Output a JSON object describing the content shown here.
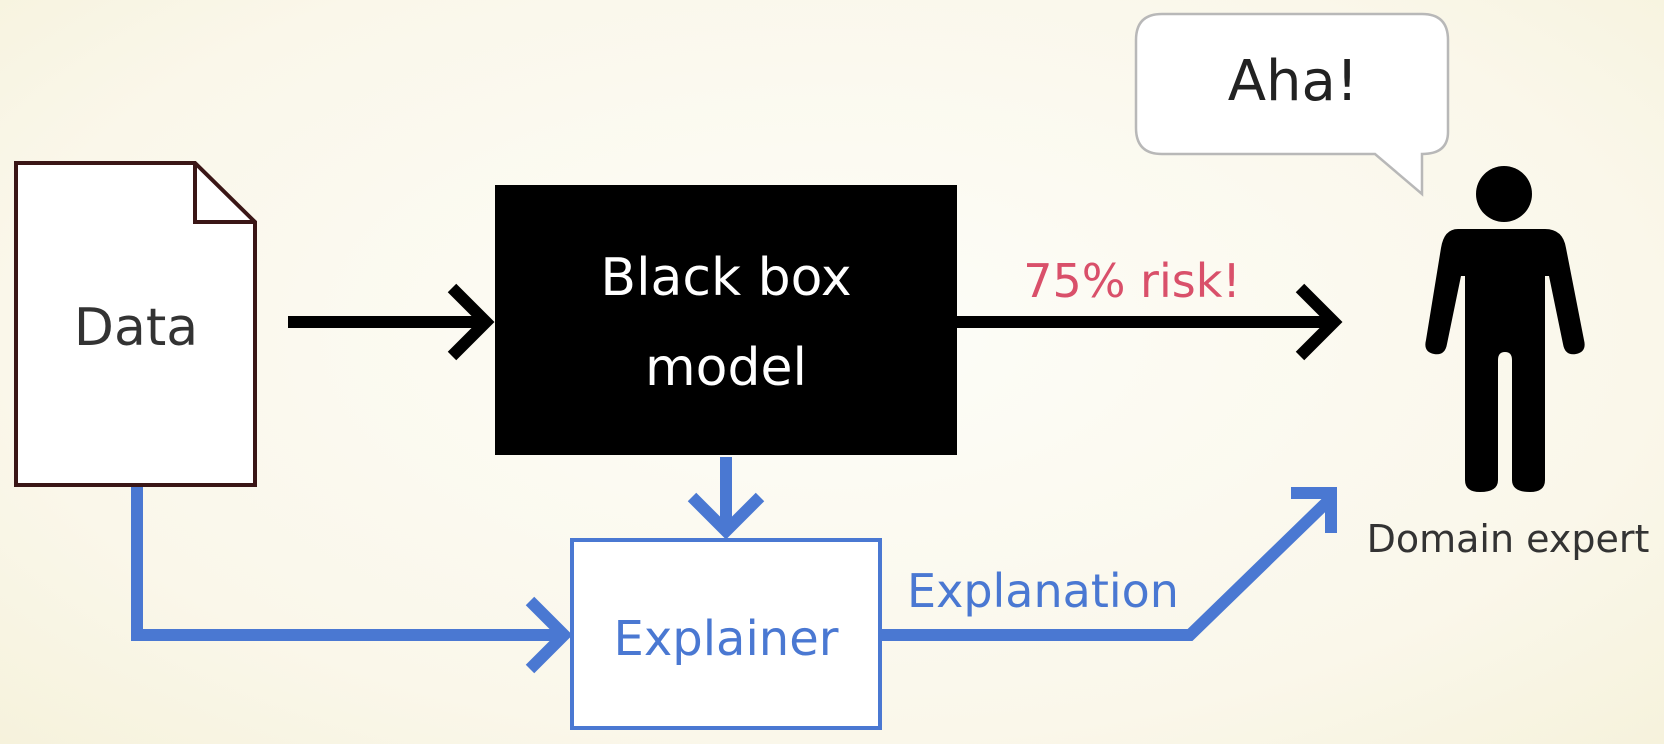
{
  "nodes": {
    "data": {
      "label": "Data"
    },
    "black_box": {
      "line1": "Black box",
      "line2": "model"
    },
    "explainer": {
      "label": "Explainer"
    },
    "expert": {
      "label": "Domain expert"
    }
  },
  "edges": {
    "prediction": {
      "label": "75% risk!"
    },
    "explanation": {
      "label": "Explanation"
    }
  },
  "speech_bubble": {
    "text": "Aha!"
  },
  "icons": {
    "document": "document-icon",
    "person": "person-icon",
    "bubble": "speech-bubble-icon"
  },
  "colors": {
    "background": "#faf8ea",
    "blue": "#4a78d2",
    "black": "#000000",
    "risk": "#d9506a",
    "doc_border": "#3a1616",
    "text_dark": "#333333"
  }
}
